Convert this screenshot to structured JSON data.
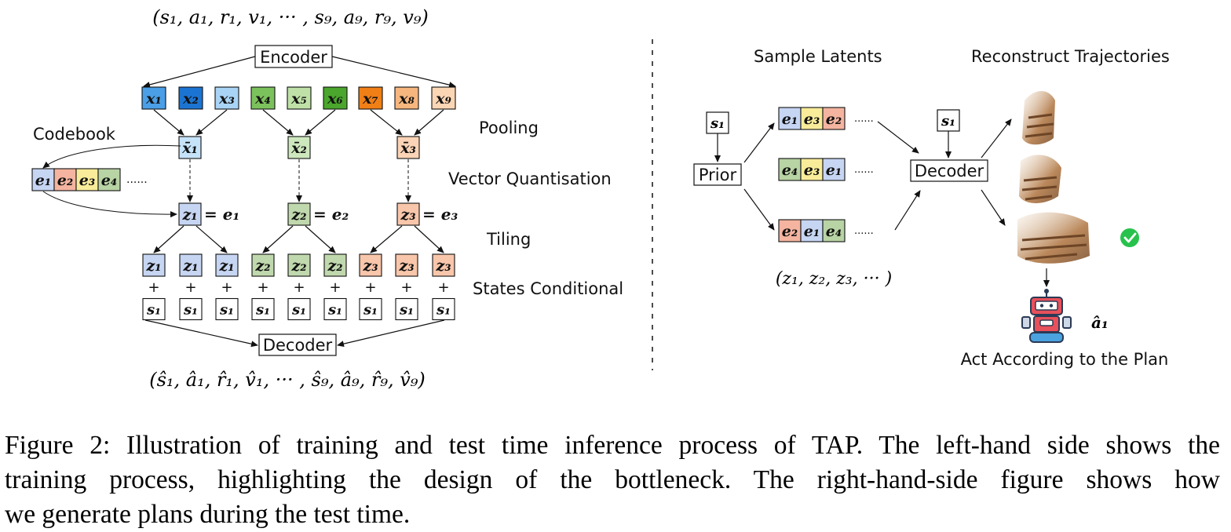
{
  "left": {
    "input_sequence": "(s₁, a₁, r₁, v₁, ··· , s₉, a₉, r₉, v₉)",
    "encoder_label": "Encoder",
    "x_tokens": [
      "x₁",
      "x₂",
      "x₃",
      "x₄",
      "x₅",
      "x₆",
      "x₇",
      "x₈",
      "x₉"
    ],
    "pooled_tokens": [
      "x̄₁",
      "x̄₂",
      "x̄₃"
    ],
    "codebook_label": "Codebook",
    "codebook_entries": [
      "e₁",
      "e₂",
      "e₃",
      "e₄"
    ],
    "codebook_ellipsis": "......",
    "quantised": [
      {
        "z": "z₁",
        "e": "= e₁"
      },
      {
        "z": "z₂",
        "e": "= e₂"
      },
      {
        "z": "z₃",
        "e": "= e₃"
      }
    ],
    "tiled_tokens": [
      "z₁",
      "z₁",
      "z₁",
      "z₂",
      "z₂",
      "z₂",
      "z₃",
      "z₃",
      "z₃"
    ],
    "plus": "+",
    "state_token": "s₁",
    "decoder_label": "Decoder",
    "output_sequence": "(ŝ₁, â₁, r̂₁, v̂₁, ··· , ŝ₉, â₉, r̂₉, v̂₉)",
    "stage_labels": [
      "Pooling",
      "Vector Quantisation",
      "Tiling",
      "States Conditional"
    ]
  },
  "right": {
    "sample_latents_label": "Sample Latents",
    "reconstruct_label": "Reconstruct Trajectories",
    "state_token": "s₁",
    "prior_label": "Prior",
    "latent_rows": [
      [
        "e₁",
        "e₃",
        "e₂"
      ],
      [
        "e₄",
        "e₃",
        "e₁"
      ],
      [
        "e₂",
        "e₁",
        "e₄"
      ]
    ],
    "row_ellipsis": "......",
    "z_sequence": "(z₁, z₂, z₃, ··· )",
    "decoder_label": "Decoder",
    "action_label": "â₁",
    "act_label": "Act According to the Plan",
    "check_icon": "check-circle-icon",
    "robot_icon": "robot-icon"
  },
  "colors": {
    "x": [
      "#4a9fe6",
      "#1c74d2",
      "#a9d4f5",
      "#7cc25c",
      "#bfe1a8",
      "#4aa62c",
      "#f07f16",
      "#f6b67e",
      "#fbd6b4"
    ],
    "xbar": [
      "#c5e2f8",
      "#cde8bd",
      "#fbd3b6"
    ],
    "e": [
      "#c6d5f2",
      "#f4b4a0",
      "#f8ec9a",
      "#b8d3a4"
    ],
    "z": [
      "#c6d5f2",
      "#c0d8ad",
      "#f8c6aa"
    ],
    "check": "#27c24c"
  },
  "caption": {
    "lines": [
      "Figure 2: Illustration of training and test time inference process of TAP. The left-hand side shows the",
      "training process, highlighting the design of the bottleneck.  The right-hand-side figure shows how",
      "we generate plans during the test time."
    ]
  }
}
